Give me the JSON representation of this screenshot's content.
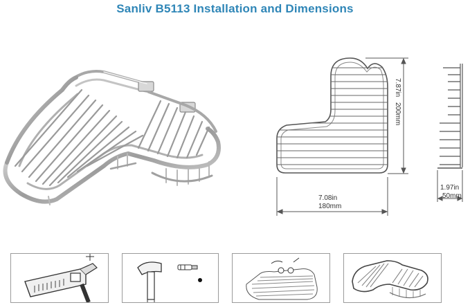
{
  "title": "Sanliv B5113 Installation and Dimensions",
  "dimensions": {
    "height_in": "7.87in",
    "height_mm": "200mm",
    "width_in": "7.08in",
    "width_mm": "180mm",
    "depth_in": "1.97in",
    "depth_mm": "50mm"
  },
  "colors": {
    "title": "#2f86b7",
    "line": "#6a6a6a"
  },
  "install_steps": [
    {
      "icon": "drill-icon"
    },
    {
      "icon": "hammer-anchor-icon"
    },
    {
      "icon": "screw-mount-icon"
    },
    {
      "icon": "mounted-basket-icon"
    }
  ]
}
